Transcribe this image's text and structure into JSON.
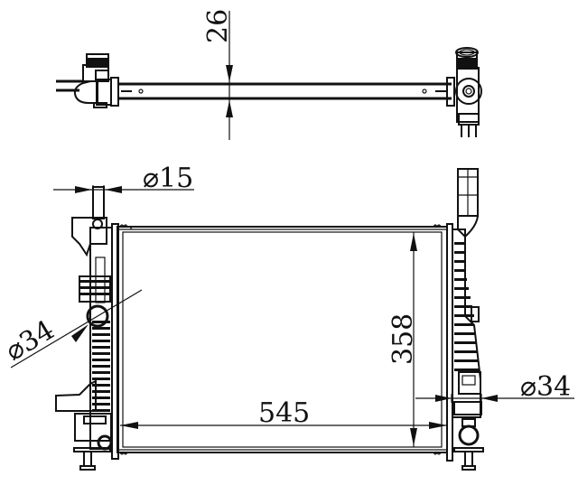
{
  "drawing": {
    "subject": "radiator",
    "views": [
      "top-view",
      "front-view"
    ]
  },
  "dimensions": {
    "core_thickness": {
      "value": "26",
      "orientation": "vertical"
    },
    "inlet_pipe_top": {
      "value": "⌀15",
      "symbol": "⌀",
      "number": "15"
    },
    "inlet_pipe_left": {
      "value": "⌀34",
      "symbol": "⌀",
      "number": "34"
    },
    "core_height": {
      "value": "358",
      "orientation": "vertical"
    },
    "core_width": {
      "value": "545",
      "orientation": "horizontal"
    },
    "outlet_pipe_right": {
      "value": "⌀34",
      "symbol": "⌀",
      "number": "34"
    }
  },
  "colors": {
    "line": "#111111",
    "background": "#ffffff"
  }
}
